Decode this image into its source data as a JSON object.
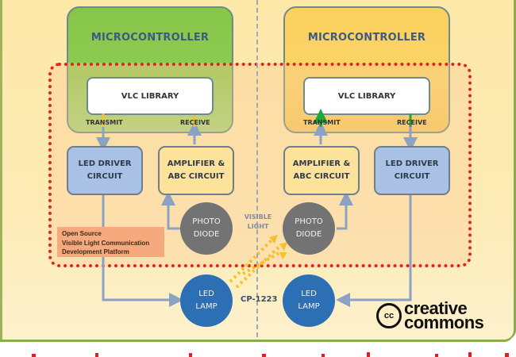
{
  "diagram": {
    "left_node": {
      "microcontroller_label": "MICROCONTROLLER",
      "library_label": "VLC LIBRARY",
      "transmit_label": "TRANSMIT",
      "receive_label": "RECEIVE",
      "driver_label_line1": "LED DRIVER",
      "driver_label_line2": "CIRCUIT",
      "amp_label_line1": "AMPLIFIER &",
      "amp_label_line2": "ABC CIRCUIT",
      "photodiode_line1": "PHOTO",
      "photodiode_line2": "DIODE",
      "lamp_line1": "LED",
      "lamp_line2": "LAMP",
      "microcontroller_color": "#86c64a"
    },
    "right_node": {
      "microcontroller_label": "MICROCONTROLLER",
      "library_label": "VLC LIBRARY",
      "transmit_label": "TRANSMIT",
      "receive_label": "RECEIVE",
      "driver_label_line1": "LED DRIVER",
      "driver_label_line2": "CIRCUIT",
      "amp_label_line1": "AMPLIFIER &",
      "amp_label_line2": "ABC CIRCUIT",
      "photodiode_line1": "PHOTO",
      "photodiode_line2": "DIODE",
      "lamp_line1": "LED",
      "lamp_line2": "LAMP",
      "microcontroller_color": "#fbd15e"
    },
    "visible_light_line1": "VISIBLE",
    "visible_light_line2": "LIGHT",
    "channel_label": "CP-1223",
    "platform_note": {
      "line1": "Open Source",
      "line2": "Visible Light Communication",
      "line3": "Development Platform"
    },
    "license": {
      "logo_text": "cc",
      "line1": "creative",
      "line2": "commons"
    },
    "colors": {
      "region_border": "#e0231b",
      "wire": "#8ca2c4",
      "light_beam": "#f5c02a",
      "active_signal": "#1fa83a"
    }
  }
}
